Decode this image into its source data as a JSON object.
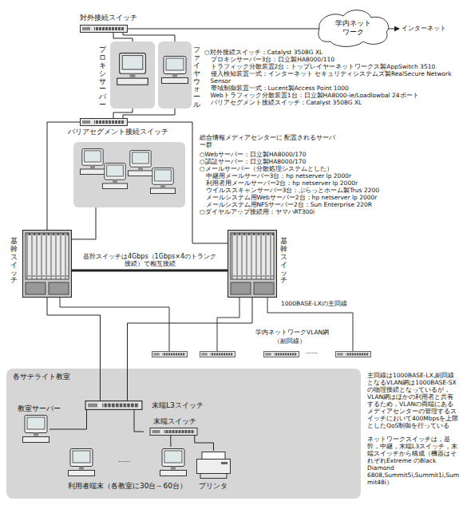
{
  "diagram": {
    "nodes": [
      {
        "text": [
          "学内ネットワーク"
        ]
      },
      {
        "text": [
          "対外接続スイッチ"
        ]
      },
      {
        "text": [
          "プロキシサーバー"
        ]
      },
      {
        "text": [
          "ファイヤウォール"
        ]
      },
      {
        "text": [
          "バリアセグメント接続スイッチ"
        ]
      },
      {
        "text": [
          "総合情報メディアセンターに 配置されるサーバー群"
        ]
      },
      {
        "text": [
          "基幹スイッチ"
        ]
      },
      {
        "text": [
          "基幹スイッチ"
        ]
      },
      {
        "text": [
          "各サテライト教室"
        ]
      },
      {
        "text": [
          "末端L3スイッチ"
        ],
        "in": 8
      },
      {
        "text": [
          "末端スイッチ"
        ],
        "in": 8
      },
      {
        "text": [
          "教室サーバー"
        ],
        "in": 8
      },
      {
        "text": [
          "利用者端末（各教室に30台～60台）"
        ],
        "in": 8
      },
      {
        "text": [
          "プリンタ"
        ],
        "in": 8
      }
    ],
    "edges": [
      {
        "from": 1,
        "to": 0,
        "arrow": "none"
      },
      {
        "from": 1,
        "to": 2,
        "arrow": "none"
      },
      {
        "from": 1,
        "to": 3,
        "arrow": "none"
      },
      {
        "from": 2,
        "to": 4,
        "arrow": "none"
      },
      {
        "from": 3,
        "to": 4,
        "arrow": "none"
      },
      {
        "from": 4,
        "to": 6,
        "arrow": "none"
      },
      {
        "from": 4,
        "to": 7,
        "arrow": "none"
      },
      {
        "from": 6,
        "to": 7,
        "label": "基幹スイッチは4Gbps（1Gbps×4のトランク接続）で相互接続",
        "arrow": "none"
      },
      {
        "from": 5,
        "to": 6,
        "arrow": "none"
      },
      {
        "from": 6,
        "to": 9,
        "arrow": "none"
      },
      {
        "from": 7,
        "to": 9,
        "arrow": "none"
      },
      {
        "from": 9,
        "to": 11,
        "arrow": "none"
      },
      {
        "from": 9,
        "to": 10,
        "arrow": "none"
      },
      {
        "from": 10,
        "to": 12,
        "arrow": "none"
      },
      {
        "from": 10,
        "to": 13,
        "arrow": "none"
      }
    ],
    "labels": [
      "インターネット",
      "○対外接続スイッチ：Catalyst 3508G XL",
      "プロキシサーバー3台：日立製HA8000/110",
      "トラフィック分散装置2台：トップレイヤーネットワークス製AppSwitch 3510",
      "侵入検知装置一式：インターネット セキュリティシステムズ製RealSecure Network Sensor",
      "帯域制御装置一式：Lucent製Access Point 1000",
      "Webトラフィック分散装置1台：日立製HA8000-ie/Loadlowbal 24ポート",
      "バリアセグメント接続スイッチ：Catalyst 3508G XL",
      "○Webサーバー：日立製HA8000/170",
      "○認証サーバー：日立製HA8000/170",
      "○メールサーバー（分散処理システムとした）",
      "中継用メールサーバー3台：hp netserver lp 2000r",
      "利用者用メールサーバー2台：hp netserver lp 2000r",
      "ウイルススキャンサーバー3台：ぷらっとホーム製Trus 2200",
      "メールシステム用Webサーバー2台：hp netserver lp 2000r",
      "メールシステム用NFSサーバー2台：Sun Enterprise 220R",
      "○ダイヤルアップ接続用：ヤマハRT300i",
      "1000BASE-LXの主回線",
      "学内ネットワークVLAN網",
      "（副回線）",
      "……",
      "……",
      "主回線は1000BASE-LX,副回線となるVLAN網は1000BASE-SXの物理接続となっているが，VLAN網はほかの利用者と共有するため，VLANの両端にあるメディアセンターの管理するスイッチにおいて400Mbpsを上限としたQoS制御を行っている",
      "ネットワークスイッチは，基幹，中継，末端L3スイッチ，末端スイッチから構成（機器はそれぞれExtreme のBlack Diamond 6808,Summit5i,Summit1i,Summit48i）"
    ]
  }
}
